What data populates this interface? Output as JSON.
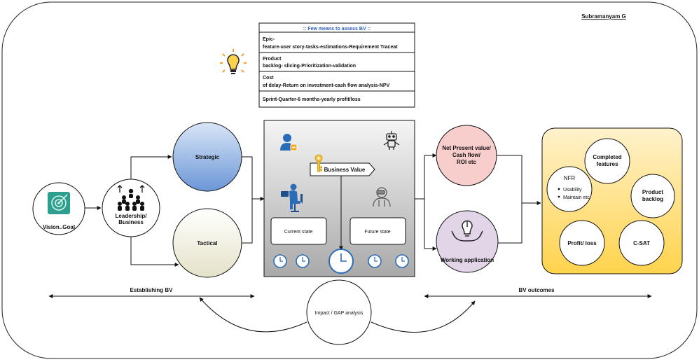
{
  "author": "Subramanyam G",
  "assess_box": {
    "title": ":: Few means to assess BV ::",
    "rows": [
      {
        "line1": "Epic-",
        "line2": "feature-user story-tasks-estimations-Requirement Traceat"
      },
      {
        "line1": "Product",
        "line2": "backlog- slicing-Prioritization-validation"
      },
      {
        "line1": "Cost",
        "line2": "of delay-Return on investment-cash flow analysis-NPV"
      },
      {
        "line1": "Sprint-Quarter-6 months-yearly profit/loss",
        "line2": ""
      }
    ]
  },
  "vision": {
    "label": "Vision..Goal"
  },
  "leadership": {
    "line1": "Leadership/",
    "line2": "Business"
  },
  "strategic": {
    "label": "Strategic"
  },
  "tactical": {
    "label": "Tactical"
  },
  "center": {
    "business_value": "Business Value",
    "current_state": "Current state",
    "future_state": "Future state"
  },
  "npv": {
    "line1": "Net Present value/",
    "line2": "Cash flow/",
    "line3": "ROI etc"
  },
  "working_app": {
    "label": "Working application"
  },
  "outcomes": {
    "completed_line1": "Completed",
    "completed_line2": "features",
    "nfr_title": "NFR",
    "nfr_items": [
      "Usability",
      "Maintain etc"
    ],
    "backlog_line1": "Product",
    "backlog_line2": "backlog",
    "profit_loss": "Profit/ loss",
    "csat": "C-SAT"
  },
  "establishing_bv": "Establishing BV",
  "bv_outcomes": "BV outcomes",
  "impact": "Impact / GAP analysis",
  "colors": {
    "strategic_fill": "#7ea6e0",
    "tactical_fill": "#f2f2e4",
    "npv_fill": "#f8cecc",
    "working_fill": "#e1d5e7",
    "outcome_fill": "#ffd966",
    "center_fill": "#d0d0d0",
    "vision_icon": "#2e9e8e",
    "bulb": "#f0a030",
    "user_blue": "#2b6cb8"
  },
  "icons": [
    "lightbulb-icon",
    "vision-target-icon",
    "team-icon",
    "user-badge-icon",
    "robot-icon",
    "key-icon",
    "person-at-desk-icon",
    "vr-person-icon",
    "clock-icon",
    "lightbulb-hands-icon"
  ]
}
